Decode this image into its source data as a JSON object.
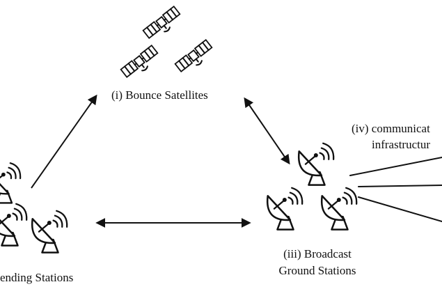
{
  "labels": {
    "bounce": "(i) Bounce Satellites",
    "sending": "ending Stations",
    "broadcast_line1": "(iii) Broadcast",
    "broadcast_line2": "Ground Stations",
    "comm_line1": "(iv) communicat",
    "comm_line2": "infrastructur"
  },
  "icons": {
    "satellite": "satellite-icon",
    "dish": "satellite-dish-icon"
  },
  "colors": {
    "ink": "#111111",
    "background": "#ffffff"
  }
}
